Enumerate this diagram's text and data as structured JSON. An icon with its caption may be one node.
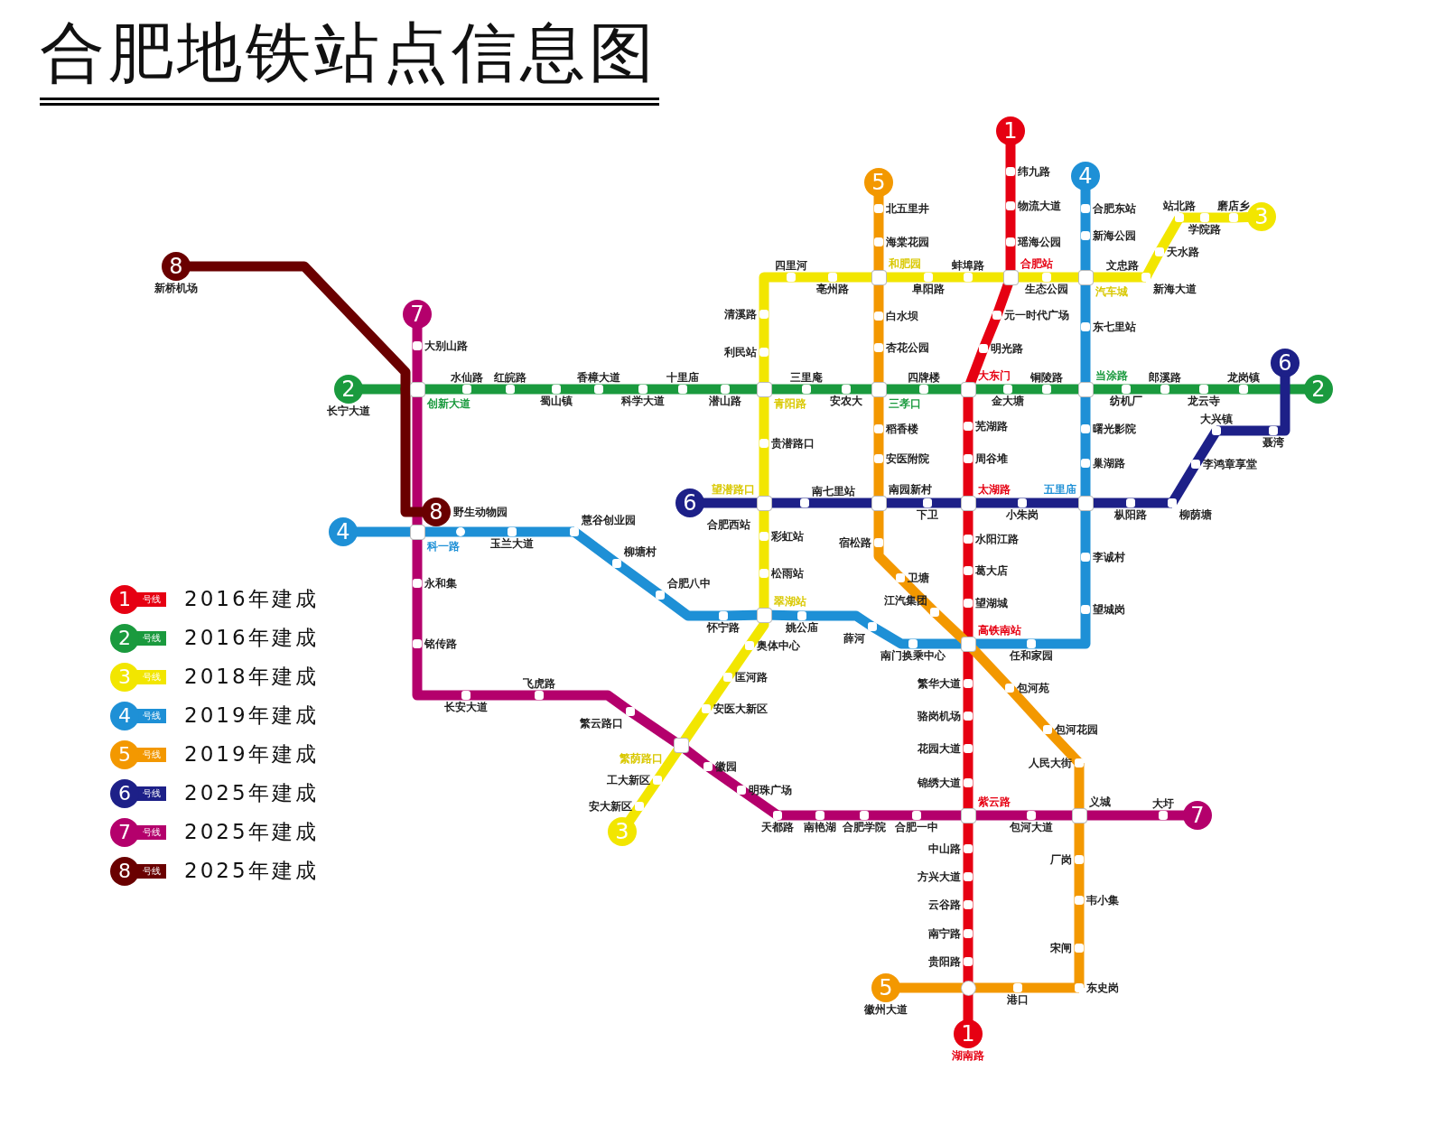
{
  "diagram": {
    "title": "合肥地铁站点信息图",
    "nodes": [
      {
        "text": [
          "1"
        ]
      },
      {
        "text": [
          "纬九路"
        ]
      },
      {
        "text": [
          "物流大道"
        ]
      },
      {
        "text": [
          "瑶海公园"
        ]
      },
      {
        "text": [
          "合肥站"
        ]
      },
      {
        "text": [
          "元一时代广场"
        ]
      },
      {
        "text": [
          "明光路"
        ]
      },
      {
        "text": [
          "大东门"
        ]
      },
      {
        "text": [
          "芜湖路"
        ]
      },
      {
        "text": [
          "周谷堆"
        ]
      },
      {
        "text": [
          "太湖路"
        ]
      },
      {
        "text": [
          "水阳江路"
        ]
      },
      {
        "text": [
          "葛大店"
        ]
      },
      {
        "text": [
          "望湖城"
        ]
      },
      {
        "text": [
          "高铁南站"
        ]
      },
      {
        "text": [
          "繁华大道"
        ]
      },
      {
        "text": [
          "骆岗机场"
        ]
      },
      {
        "text": [
          "花园大道"
        ]
      },
      {
        "text": [
          "锦绣大道"
        ]
      },
      {
        "text": [
          "紫云路"
        ]
      },
      {
        "text": [
          "中山路"
        ]
      },
      {
        "text": [
          "方兴大道"
        ]
      },
      {
        "text": [
          "云谷路"
        ]
      },
      {
        "text": [
          "南宁路"
        ]
      },
      {
        "text": [
          "贵阳路"
        ]
      },
      {
        "text": [],
        "shape": "circle"
      },
      {
        "text": [
          "1",
          "湖南路"
        ]
      },
      {
        "text": [
          "2",
          "长宁大道"
        ]
      },
      {
        "text": [
          "创新大道"
        ]
      },
      {
        "text": [
          "水仙路"
        ]
      },
      {
        "text": [
          "红皖路"
        ]
      },
      {
        "text": [
          "蜀山镇"
        ]
      },
      {
        "text": [
          "香樟大道"
        ]
      },
      {
        "text": [
          "科学大道"
        ]
      },
      {
        "text": [
          "十里庙"
        ]
      },
      {
        "text": [
          "潜山路"
        ]
      },
      {
        "text": [
          "青阳路"
        ]
      },
      {
        "text": [
          "三里庵"
        ]
      },
      {
        "text": [
          "安农大"
        ]
      },
      {
        "text": [
          "三孝口"
        ]
      },
      {
        "text": [
          "四牌楼"
        ]
      },
      {
        "text": [
          "金大塘"
        ]
      },
      {
        "text": [
          "铜陵路"
        ]
      },
      {
        "text": [
          "当涂路"
        ]
      },
      {
        "text": [
          "纺机厂"
        ]
      },
      {
        "text": [
          "郎溪路"
        ]
      },
      {
        "text": [
          "龙云寺"
        ]
      },
      {
        "text": [
          "龙岗镇"
        ]
      },
      {
        "text": [
          "2"
        ]
      },
      {
        "text": [
          "3"
        ]
      },
      {
        "text": [
          "磨店乡"
        ]
      },
      {
        "text": [
          "学院路"
        ]
      },
      {
        "text": [
          "站北路"
        ]
      },
      {
        "text": [
          "天水路"
        ]
      },
      {
        "text": [
          "文忠路",
          "新海大道"
        ]
      },
      {
        "text": [
          "汽车城"
        ]
      },
      {
        "text": [
          "生态公园"
        ]
      },
      {
        "text": [
          "蚌埠路"
        ]
      },
      {
        "text": [
          "阜阳路"
        ]
      },
      {
        "text": [
          "和肥园"
        ]
      },
      {
        "text": [
          "亳州路"
        ]
      },
      {
        "text": [
          "四里河"
        ]
      },
      {
        "text": [
          "清溪路"
        ]
      },
      {
        "text": [
          "利民站"
        ]
      },
      {
        "text": [
          "贵潜路口"
        ]
      },
      {
        "text": [
          "望潜路口"
        ]
      },
      {
        "text": [
          "彩虹站"
        ]
      },
      {
        "text": [
          "松雨站"
        ]
      },
      {
        "text": [
          "翠湖站"
        ]
      },
      {
        "text": [
          "奥体中心"
        ]
      },
      {
        "text": [
          "匡河路"
        ]
      },
      {
        "text": [
          "安医大新区"
        ]
      },
      {
        "text": [
          "繁荫路口"
        ]
      },
      {
        "text": [
          "工大新区"
        ]
      },
      {
        "text": [
          "安大新区"
        ]
      },
      {
        "text": [
          "3"
        ]
      },
      {
        "text": [
          "4"
        ]
      },
      {
        "text": [
          "合肥东站"
        ]
      },
      {
        "text": [
          "新海公园"
        ]
      },
      {
        "text": [
          "东七里站"
        ]
      },
      {
        "text": [
          "曙光影院"
        ]
      },
      {
        "text": [
          "巢湖路"
        ]
      },
      {
        "text": [
          "五里庙"
        ]
      },
      {
        "text": [
          "李诚村"
        ]
      },
      {
        "text": [
          "望城岗"
        ]
      },
      {
        "text": [
          "任和家园"
        ]
      },
      {
        "text": [
          "南门换乘中心"
        ]
      },
      {
        "text": [
          "薛河"
        ]
      },
      {
        "text": [
          "姚公庙"
        ]
      },
      {
        "text": [
          "怀宁路"
        ]
      },
      {
        "text": [
          "合肥八中"
        ]
      },
      {
        "text": [
          "柳塘村"
        ]
      },
      {
        "text": [
          "慧谷创业园"
        ]
      },
      {
        "text": [
          "玉兰大道"
        ]
      },
      {
        "text": [],
        "shape": "circle"
      },
      {
        "text": [
          "科一路"
        ]
      },
      {
        "text": [
          "4"
        ]
      },
      {
        "text": [
          "5"
        ]
      },
      {
        "text": [
          "北五里井"
        ]
      },
      {
        "text": [
          "海棠花园"
        ]
      },
      {
        "text": [
          "白水坝"
        ]
      },
      {
        "text": [
          "杏花公园"
        ]
      },
      {
        "text": [
          "稻香楼"
        ]
      },
      {
        "text": [
          "安医附院"
        ]
      },
      {
        "text": [
          "南园新村"
        ]
      },
      {
        "text": [
          "宿松路"
        ]
      },
      {
        "text": [
          "卫塘"
        ]
      },
      {
        "text": [
          "江汽集团"
        ]
      },
      {
        "text": [
          "包河苑"
        ]
      },
      {
        "text": [
          "包河花园"
        ]
      },
      {
        "text": [
          "人民大街"
        ]
      },
      {
        "text": [
          "义城"
        ]
      },
      {
        "text": [
          "厂岗"
        ]
      },
      {
        "text": [
          "韦小集"
        ]
      },
      {
        "text": [
          "宋闸"
        ]
      },
      {
        "text": [
          "东史岗"
        ]
      },
      {
        "text": [
          "港口"
        ]
      },
      {
        "text": [
          "5",
          "徽州大道"
        ]
      },
      {
        "text": [
          "6",
          "合肥西站"
        ]
      },
      {
        "text": [
          "南七里站"
        ]
      },
      {
        "text": [
          "下卫"
        ]
      },
      {
        "text": [
          "小朱岗"
        ]
      },
      {
        "text": [
          "枞阳路"
        ]
      },
      {
        "text": [
          "柳荫塘"
        ]
      },
      {
        "text": [
          "李鸿章享堂"
        ]
      },
      {
        "text": [
          "大兴镇"
        ]
      },
      {
        "text": [
          "聂湾"
        ]
      },
      {
        "text": [
          "6"
        ]
      },
      {
        "text": [
          "7"
        ]
      },
      {
        "text": [
          "大别山路"
        ]
      },
      {
        "text": [
          "永和集"
        ]
      },
      {
        "text": [
          "铭传路"
        ]
      },
      {
        "text": [
          "长安大道"
        ]
      },
      {
        "text": [
          "飞虎路"
        ]
      },
      {
        "text": [
          "繁云路口"
        ]
      },
      {
        "text": [
          "徽园"
        ]
      },
      {
        "text": [
          "明珠广场"
        ]
      },
      {
        "text": [
          "天都路"
        ]
      },
      {
        "text": [
          "南艳湖"
        ]
      },
      {
        "text": [
          "合肥学院"
        ]
      },
      {
        "text": [
          "合肥一中"
        ]
      },
      {
        "text": [
          "包河大道"
        ]
      },
      {
        "text": [
          "大圩"
        ]
      },
      {
        "text": [
          "7"
        ]
      },
      {
        "text": [
          "8",
          "新桥机场"
        ]
      },
      {
        "text": [
          "8",
          "野生动物园"
        ]
      }
    ],
    "edges": [
      {
        "from": 0,
        "to": 1,
        "arrow": "none",
        "color": "#e60012"
      },
      {
        "from": 1,
        "to": 2,
        "arrow": "none",
        "color": "#e60012"
      },
      {
        "from": 2,
        "to": 3,
        "arrow": "none",
        "color": "#e60012"
      },
      {
        "from": 3,
        "to": 4,
        "arrow": "none",
        "color": "#e60012"
      },
      {
        "from": 4,
        "to": 5,
        "arrow": "none",
        "color": "#e60012"
      },
      {
        "from": 5,
        "to": 6,
        "arrow": "none",
        "color": "#e60012"
      },
      {
        "from": 6,
        "to": 7,
        "arrow": "none",
        "color": "#e60012"
      },
      {
        "from": 7,
        "to": 8,
        "arrow": "none",
        "color": "#e60012"
      },
      {
        "from": 8,
        "to": 9,
        "arrow": "none",
        "color": "#e60012"
      },
      {
        "from": 9,
        "to": 10,
        "arrow": "none",
        "color": "#e60012"
      },
      {
        "from": 10,
        "to": 11,
        "arrow": "none",
        "color": "#e60012"
      },
      {
        "from": 11,
        "to": 12,
        "arrow": "none",
        "color": "#e60012"
      },
      {
        "from": 12,
        "to": 13,
        "arrow": "none",
        "color": "#e60012"
      },
      {
        "from": 13,
        "to": 14,
        "arrow": "none",
        "color": "#e60012"
      },
      {
        "from": 14,
        "to": 15,
        "arrow": "none",
        "color": "#e60012"
      },
      {
        "from": 15,
        "to": 16,
        "arrow": "none",
        "color": "#e60012"
      },
      {
        "from": 16,
        "to": 17,
        "arrow": "none",
        "color": "#e60012"
      },
      {
        "from": 17,
        "to": 18,
        "arrow": "none",
        "color": "#e60012"
      },
      {
        "from": 18,
        "to": 19,
        "arrow": "none",
        "color": "#e60012"
      },
      {
        "from": 19,
        "to": 20,
        "arrow": "none",
        "color": "#e60012"
      },
      {
        "from": 20,
        "to": 21,
        "arrow": "none",
        "color": "#e60012"
      },
      {
        "from": 21,
        "to": 22,
        "arrow": "none",
        "color": "#e60012"
      },
      {
        "from": 22,
        "to": 23,
        "arrow": "none",
        "color": "#e60012"
      },
      {
        "from": 23,
        "to": 24,
        "arrow": "none",
        "color": "#e60012"
      },
      {
        "from": 24,
        "to": 25,
        "arrow": "none",
        "color": "#e60012"
      },
      {
        "from": 25,
        "to": 26,
        "arrow": "none",
        "color": "#e60012"
      },
      {
        "from": 27,
        "to": 28,
        "arrow": "none",
        "color": "#1a9a3e"
      },
      {
        "from": 28,
        "to": 29,
        "arrow": "none",
        "color": "#1a9a3e"
      },
      {
        "from": 29,
        "to": 30,
        "arrow": "none",
        "color": "#1a9a3e"
      },
      {
        "from": 30,
        "to": 31,
        "arrow": "none",
        "color": "#1a9a3e"
      },
      {
        "from": 31,
        "to": 32,
        "arrow": "none",
        "color": "#1a9a3e"
      },
      {
        "from": 32,
        "to": 33,
        "arrow": "none",
        "color": "#1a9a3e"
      },
      {
        "from": 33,
        "to": 34,
        "arrow": "none",
        "color": "#1a9a3e"
      },
      {
        "from": 34,
        "to": 35,
        "arrow": "none",
        "color": "#1a9a3e"
      },
      {
        "from": 35,
        "to": 36,
        "arrow": "none",
        "color": "#1a9a3e"
      },
      {
        "from": 36,
        "to": 37,
        "arrow": "none",
        "color": "#1a9a3e"
      },
      {
        "from": 37,
        "to": 38,
        "arrow": "none",
        "color": "#1a9a3e"
      },
      {
        "from": 38,
        "to": 39,
        "arrow": "none",
        "color": "#1a9a3e"
      },
      {
        "from": 39,
        "to": 40,
        "arrow": "none",
        "color": "#1a9a3e"
      },
      {
        "from": 40,
        "to": 7,
        "arrow": "none",
        "color": "#1a9a3e"
      },
      {
        "from": 7,
        "to": 41,
        "arrow": "none",
        "color": "#1a9a3e"
      },
      {
        "from": 41,
        "to": 42,
        "arrow": "none",
        "color": "#1a9a3e"
      },
      {
        "from": 42,
        "to": 43,
        "arrow": "none",
        "color": "#1a9a3e"
      },
      {
        "from": 43,
        "to": 44,
        "arrow": "none",
        "color": "#1a9a3e"
      },
      {
        "from": 44,
        "to": 45,
        "arrow": "none",
        "color": "#1a9a3e"
      },
      {
        "from": 45,
        "to": 46,
        "arrow": "none",
        "color": "#1a9a3e"
      },
      {
        "from": 46,
        "to": 47,
        "arrow": "none",
        "color": "#1a9a3e"
      },
      {
        "from": 47,
        "to": 48,
        "arrow": "none",
        "color": "#1a9a3e"
      },
      {
        "from": 49,
        "to": 50,
        "arrow": "none",
        "color": "#f2e600"
      },
      {
        "from": 50,
        "to": 51,
        "arrow": "none",
        "color": "#f2e600"
      },
      {
        "from": 51,
        "to": 52,
        "arrow": "none",
        "color": "#f2e600"
      },
      {
        "from": 52,
        "to": 53,
        "arrow": "none",
        "color": "#f2e600"
      },
      {
        "from": 53,
        "to": 54,
        "arrow": "none",
        "color": "#f2e600"
      },
      {
        "from": 54,
        "to": 55,
        "arrow": "none",
        "color": "#f2e600"
      },
      {
        "from": 55,
        "to": 56,
        "arrow": "none",
        "color": "#f2e600"
      },
      {
        "from": 56,
        "to": 4,
        "arrow": "none",
        "color": "#f2e600"
      },
      {
        "from": 4,
        "to": 57,
        "arrow": "none",
        "color": "#f2e600"
      },
      {
        "from": 57,
        "to": 58,
        "arrow": "none",
        "color": "#f2e600"
      },
      {
        "from": 58,
        "to": 59,
        "arrow": "none",
        "color": "#f2e600"
      },
      {
        "from": 59,
        "to": 60,
        "arrow": "none",
        "color": "#f2e600"
      },
      {
        "from": 60,
        "to": 61,
        "arrow": "none",
        "color": "#f2e600"
      },
      {
        "from": 61,
        "to": 62,
        "arrow": "none",
        "color": "#f2e600"
      },
      {
        "from": 62,
        "to": 63,
        "arrow": "none",
        "color": "#f2e600"
      },
      {
        "from": 63,
        "to": 36,
        "arrow": "none",
        "color": "#f2e600"
      },
      {
        "from": 36,
        "to": 64,
        "arrow": "none",
        "color": "#f2e600"
      },
      {
        "from": 64,
        "to": 65,
        "arrow": "none",
        "color": "#f2e600"
      },
      {
        "from": 65,
        "to": 66,
        "arrow": "none",
        "color": "#f2e600"
      },
      {
        "from": 66,
        "to": 67,
        "arrow": "none",
        "color": "#f2e600"
      },
      {
        "from": 67,
        "to": 68,
        "arrow": "none",
        "color": "#f2e600"
      },
      {
        "from": 68,
        "to": 69,
        "arrow": "none",
        "color": "#f2e600"
      },
      {
        "from": 69,
        "to": 70,
        "arrow": "none",
        "color": "#f2e600"
      },
      {
        "from": 70,
        "to": 71,
        "arrow": "none",
        "color": "#f2e600"
      },
      {
        "from": 71,
        "to": 72,
        "arrow": "none",
        "color": "#f2e600"
      },
      {
        "from": 72,
        "to": 73,
        "arrow": "none",
        "color": "#f2e600"
      },
      {
        "from": 73,
        "to": 74,
        "arrow": "none",
        "color": "#f2e600"
      },
      {
        "from": 74,
        "to": 75,
        "arrow": "none",
        "color": "#f2e600"
      },
      {
        "from": 76,
        "to": 77,
        "arrow": "none",
        "color": "#1e90d6"
      },
      {
        "from": 77,
        "to": 78,
        "arrow": "none",
        "color": "#1e90d6"
      },
      {
        "from": 78,
        "to": 55,
        "arrow": "none",
        "color": "#1e90d6"
      },
      {
        "from": 55,
        "to": 79,
        "arrow": "none",
        "color": "#1e90d6"
      },
      {
        "from": 79,
        "to": 43,
        "arrow": "none",
        "color": "#1e90d6"
      },
      {
        "from": 43,
        "to": 80,
        "arrow": "none",
        "color": "#1e90d6"
      },
      {
        "from": 80,
        "to": 81,
        "arrow": "none",
        "color": "#1e90d6"
      },
      {
        "from": 81,
        "to": 82,
        "arrow": "none",
        "color": "#1e90d6"
      },
      {
        "from": 82,
        "to": 83,
        "arrow": "none",
        "color": "#1e90d6"
      },
      {
        "from": 83,
        "to": 84,
        "arrow": "none",
        "color": "#1e90d6"
      },
      {
        "from": 84,
        "to": 85,
        "arrow": "none",
        "color": "#1e90d6"
      },
      {
        "from": 85,
        "to": 14,
        "arrow": "none",
        "color": "#1e90d6"
      },
      {
        "from": 14,
        "to": 86,
        "arrow": "none",
        "color": "#1e90d6"
      },
      {
        "from": 86,
        "to": 87,
        "arrow": "none",
        "color": "#1e90d6"
      },
      {
        "from": 87,
        "to": 88,
        "arrow": "none",
        "color": "#1e90d6"
      },
      {
        "from": 88,
        "to": 68,
        "arrow": "none",
        "color": "#1e90d6"
      },
      {
        "from": 68,
        "to": 89,
        "arrow": "none",
        "color": "#1e90d6"
      },
      {
        "from": 89,
        "to": 90,
        "arrow": "none",
        "color": "#1e90d6"
      },
      {
        "from": 90,
        "to": 91,
        "arrow": "none",
        "color": "#1e90d6"
      },
      {
        "from": 91,
        "to": 92,
        "arrow": "none",
        "color": "#1e90d6"
      },
      {
        "from": 92,
        "to": 93,
        "arrow": "none",
        "color": "#1e90d6"
      },
      {
        "from": 93,
        "to": 94,
        "arrow": "none",
        "color": "#1e90d6"
      },
      {
        "from": 94,
        "to": 95,
        "arrow": "none",
        "color": "#1e90d6"
      },
      {
        "from": 95,
        "to": 96,
        "arrow": "none",
        "color": "#1e90d6"
      },
      {
        "from": 97,
        "to": 98,
        "arrow": "none",
        "color": "#f39800"
      },
      {
        "from": 98,
        "to": 99,
        "arrow": "none",
        "color": "#f39800"
      },
      {
        "from": 99,
        "to": 59,
        "arrow": "none",
        "color": "#f39800"
      },
      {
        "from": 59,
        "to": 100,
        "arrow": "none",
        "color": "#f39800"
      },
      {
        "from": 100,
        "to": 101,
        "arrow": "none",
        "color": "#f39800"
      },
      {
        "from": 101,
        "to": 39,
        "arrow": "none",
        "color": "#f39800"
      },
      {
        "from": 39,
        "to": 102,
        "arrow": "none",
        "color": "#f39800"
      },
      {
        "from": 102,
        "to": 103,
        "arrow": "none",
        "color": "#f39800"
      },
      {
        "from": 103,
        "to": 104,
        "arrow": "none",
        "color": "#f39800"
      },
      {
        "from": 104,
        "to": 105,
        "arrow": "none",
        "color": "#f39800"
      },
      {
        "from": 105,
        "to": 106,
        "arrow": "none",
        "color": "#f39800"
      },
      {
        "from": 106,
        "to": 107,
        "arrow": "none",
        "color": "#f39800"
      },
      {
        "from": 107,
        "to": 14,
        "arrow": "none",
        "color": "#f39800"
      },
      {
        "from": 14,
        "to": 108,
        "arrow": "none",
        "color": "#f39800"
      },
      {
        "from": 108,
        "to": 109,
        "arrow": "none",
        "color": "#f39800"
      },
      {
        "from": 109,
        "to": 110,
        "arrow": "none",
        "color": "#f39800"
      },
      {
        "from": 110,
        "to": 111,
        "arrow": "none",
        "color": "#f39800"
      },
      {
        "from": 111,
        "to": 112,
        "arrow": "none",
        "color": "#f39800"
      },
      {
        "from": 112,
        "to": 113,
        "arrow": "none",
        "color": "#f39800"
      },
      {
        "from": 113,
        "to": 114,
        "arrow": "none",
        "color": "#f39800"
      },
      {
        "from": 114,
        "to": 115,
        "arrow": "none",
        "color": "#f39800"
      },
      {
        "from": 115,
        "to": 116,
        "arrow": "none",
        "color": "#f39800"
      },
      {
        "from": 116,
        "to": 25,
        "arrow": "none",
        "color": "#f39800"
      },
      {
        "from": 25,
        "to": 117,
        "arrow": "none",
        "color": "#f39800"
      },
      {
        "from": 118,
        "to": 65,
        "arrow": "none",
        "color": "#1d2088"
      },
      {
        "from": 65,
        "to": 119,
        "arrow": "none",
        "color": "#1d2088"
      },
      {
        "from": 119,
        "to": 104,
        "arrow": "none",
        "color": "#1d2088"
      },
      {
        "from": 104,
        "to": 120,
        "arrow": "none",
        "color": "#1d2088"
      },
      {
        "from": 120,
        "to": 10,
        "arrow": "none",
        "color": "#1d2088"
      },
      {
        "from": 10,
        "to": 121,
        "arrow": "none",
        "color": "#1d2088"
      },
      {
        "from": 121,
        "to": 82,
        "arrow": "none",
        "color": "#1d2088"
      },
      {
        "from": 82,
        "to": 122,
        "arrow": "none",
        "color": "#1d2088"
      },
      {
        "from": 122,
        "to": 123,
        "arrow": "none",
        "color": "#1d2088"
      },
      {
        "from": 123,
        "to": 124,
        "arrow": "none",
        "color": "#1d2088"
      },
      {
        "from": 124,
        "to": 125,
        "arrow": "none",
        "color": "#1d2088"
      },
      {
        "from": 125,
        "to": 126,
        "arrow": "none",
        "color": "#1d2088"
      },
      {
        "from": 126,
        "to": 127,
        "arrow": "none",
        "color": "#1d2088"
      },
      {
        "from": 128,
        "to": 129,
        "arrow": "none",
        "color": "#b4006c"
      },
      {
        "from": 129,
        "to": 28,
        "arrow": "none",
        "color": "#b4006c"
      },
      {
        "from": 28,
        "to": 95,
        "arrow": "none",
        "color": "#b4006c"
      },
      {
        "from": 95,
        "to": 130,
        "arrow": "none",
        "color": "#b4006c"
      },
      {
        "from": 130,
        "to": 131,
        "arrow": "none",
        "color": "#b4006c"
      },
      {
        "from": 131,
        "to": 132,
        "arrow": "none",
        "color": "#b4006c"
      },
      {
        "from": 132,
        "to": 133,
        "arrow": "none",
        "color": "#b4006c"
      },
      {
        "from": 133,
        "to": 134,
        "arrow": "none",
        "color": "#b4006c"
      },
      {
        "from": 134,
        "to": 72,
        "arrow": "none",
        "color": "#b4006c"
      },
      {
        "from": 72,
        "to": 135,
        "arrow": "none",
        "color": "#b4006c"
      },
      {
        "from": 135,
        "to": 136,
        "arrow": "none",
        "color": "#b4006c"
      },
      {
        "from": 136,
        "to": 137,
        "arrow": "none",
        "color": "#b4006c"
      },
      {
        "from": 137,
        "to": 138,
        "arrow": "none",
        "color": "#b4006c"
      },
      {
        "from": 138,
        "to": 139,
        "arrow": "none",
        "color": "#b4006c"
      },
      {
        "from": 139,
        "to": 140,
        "arrow": "none",
        "color": "#b4006c"
      },
      {
        "from": 140,
        "to": 19,
        "arrow": "none",
        "color": "#b4006c"
      },
      {
        "from": 19,
        "to": 141,
        "arrow": "none",
        "color": "#b4006c"
      },
      {
        "from": 141,
        "to": 111,
        "arrow": "none",
        "color": "#b4006c"
      },
      {
        "from": 111,
        "to": 142,
        "arrow": "none",
        "color": "#b4006c"
      },
      {
        "from": 142,
        "to": 143,
        "arrow": "none",
        "color": "#b4006c"
      },
      {
        "from": 144,
        "to": 28,
        "arrow": "none",
        "color": "#6a0000"
      },
      {
        "from": 28,
        "to": 145,
        "arrow": "none",
        "color": "#6a0000"
      }
    ],
    "legend": [
      {
        "text": "1 号线 2016年建成",
        "color": "#e60012"
      },
      {
        "text": "2 号线 2016年建成",
        "color": "#1a9a3e"
      },
      {
        "text": "3 号线 2018年建成",
        "color": "#f2e600"
      },
      {
        "text": "4 号线 2019年建成",
        "color": "#1e90d6"
      },
      {
        "text": "5 号线 2019年建成",
        "color": "#f39800"
      },
      {
        "text": "6 号线 2025年建成",
        "color": "#1d2088"
      },
      {
        "text": "7 号线 2025年建成",
        "color": "#b4006c"
      },
      {
        "text": "8 号线 2025年建成",
        "color": "#6a0000"
      }
    ]
  }
}
